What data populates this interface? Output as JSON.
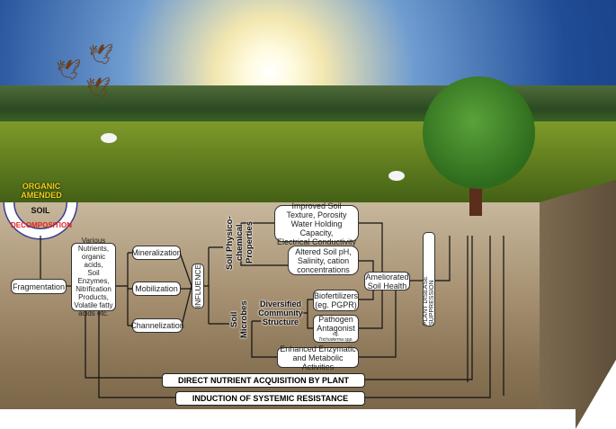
{
  "header": {
    "organic": "ORGANIC",
    "amended": "AMENDED",
    "soil": "SOIL",
    "decomposition": "DECOMPOSITION"
  },
  "nodes": {
    "fragmentation": "Fragmentation",
    "nutrients": [
      "Various",
      "Nutrients,",
      "organic acids,",
      "Soil Enzymes,",
      "Nitrification",
      "Products,",
      "Volatile fatty",
      "acids etc."
    ],
    "mineralization": "Mineralization",
    "mobilization": "Mobilization",
    "channelization": "Channelization",
    "influence": "INFLUENCE",
    "physicochemical": "Soil Physico-chemical Properties",
    "microbes": "Soil Microbes",
    "improved": [
      "Improved Soil",
      "Texture, Porosity",
      "Water Holding Capacity,",
      "Electrical Conductivity"
    ],
    "altered": [
      "Altered Soil pH,",
      "Salinity, cation",
      "concentrations"
    ],
    "diversified": [
      "Diversified",
      "Community",
      "Structure"
    ],
    "biofertilizers": [
      "Biofertilizers",
      "(eg. PGPR)"
    ],
    "pathogen": [
      "Pathogen",
      "Antagonist",
      "eg.",
      "Trichoderma spp."
    ],
    "enhanced": [
      "Enhanced Enzymatic",
      "and Metabolic Activities"
    ],
    "ameliorated": [
      "Ameliorated",
      "Soil Health"
    ],
    "suppression": "PLANT DISEASE SUPPRESSION"
  },
  "bars": {
    "direct": "DIRECT NUTRIENT ACQUISITION BY PLANT",
    "induction": "INDUCTION OF SYSTEMIC RESISTANCE"
  },
  "colors": {
    "decomposition_text": "#e2231a",
    "arc_border": "#3b3c8f",
    "organic_text": "#f2d21b"
  }
}
